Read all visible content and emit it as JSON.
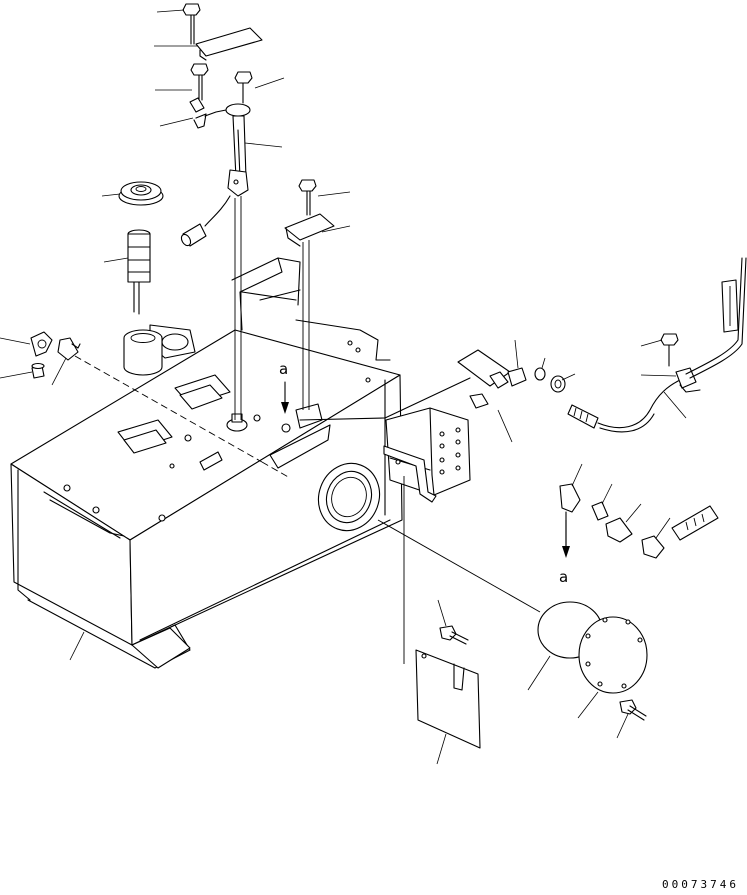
{
  "diagram": {
    "drawing_number": "00073746",
    "reference_labels": [
      "a",
      "a"
    ]
  }
}
